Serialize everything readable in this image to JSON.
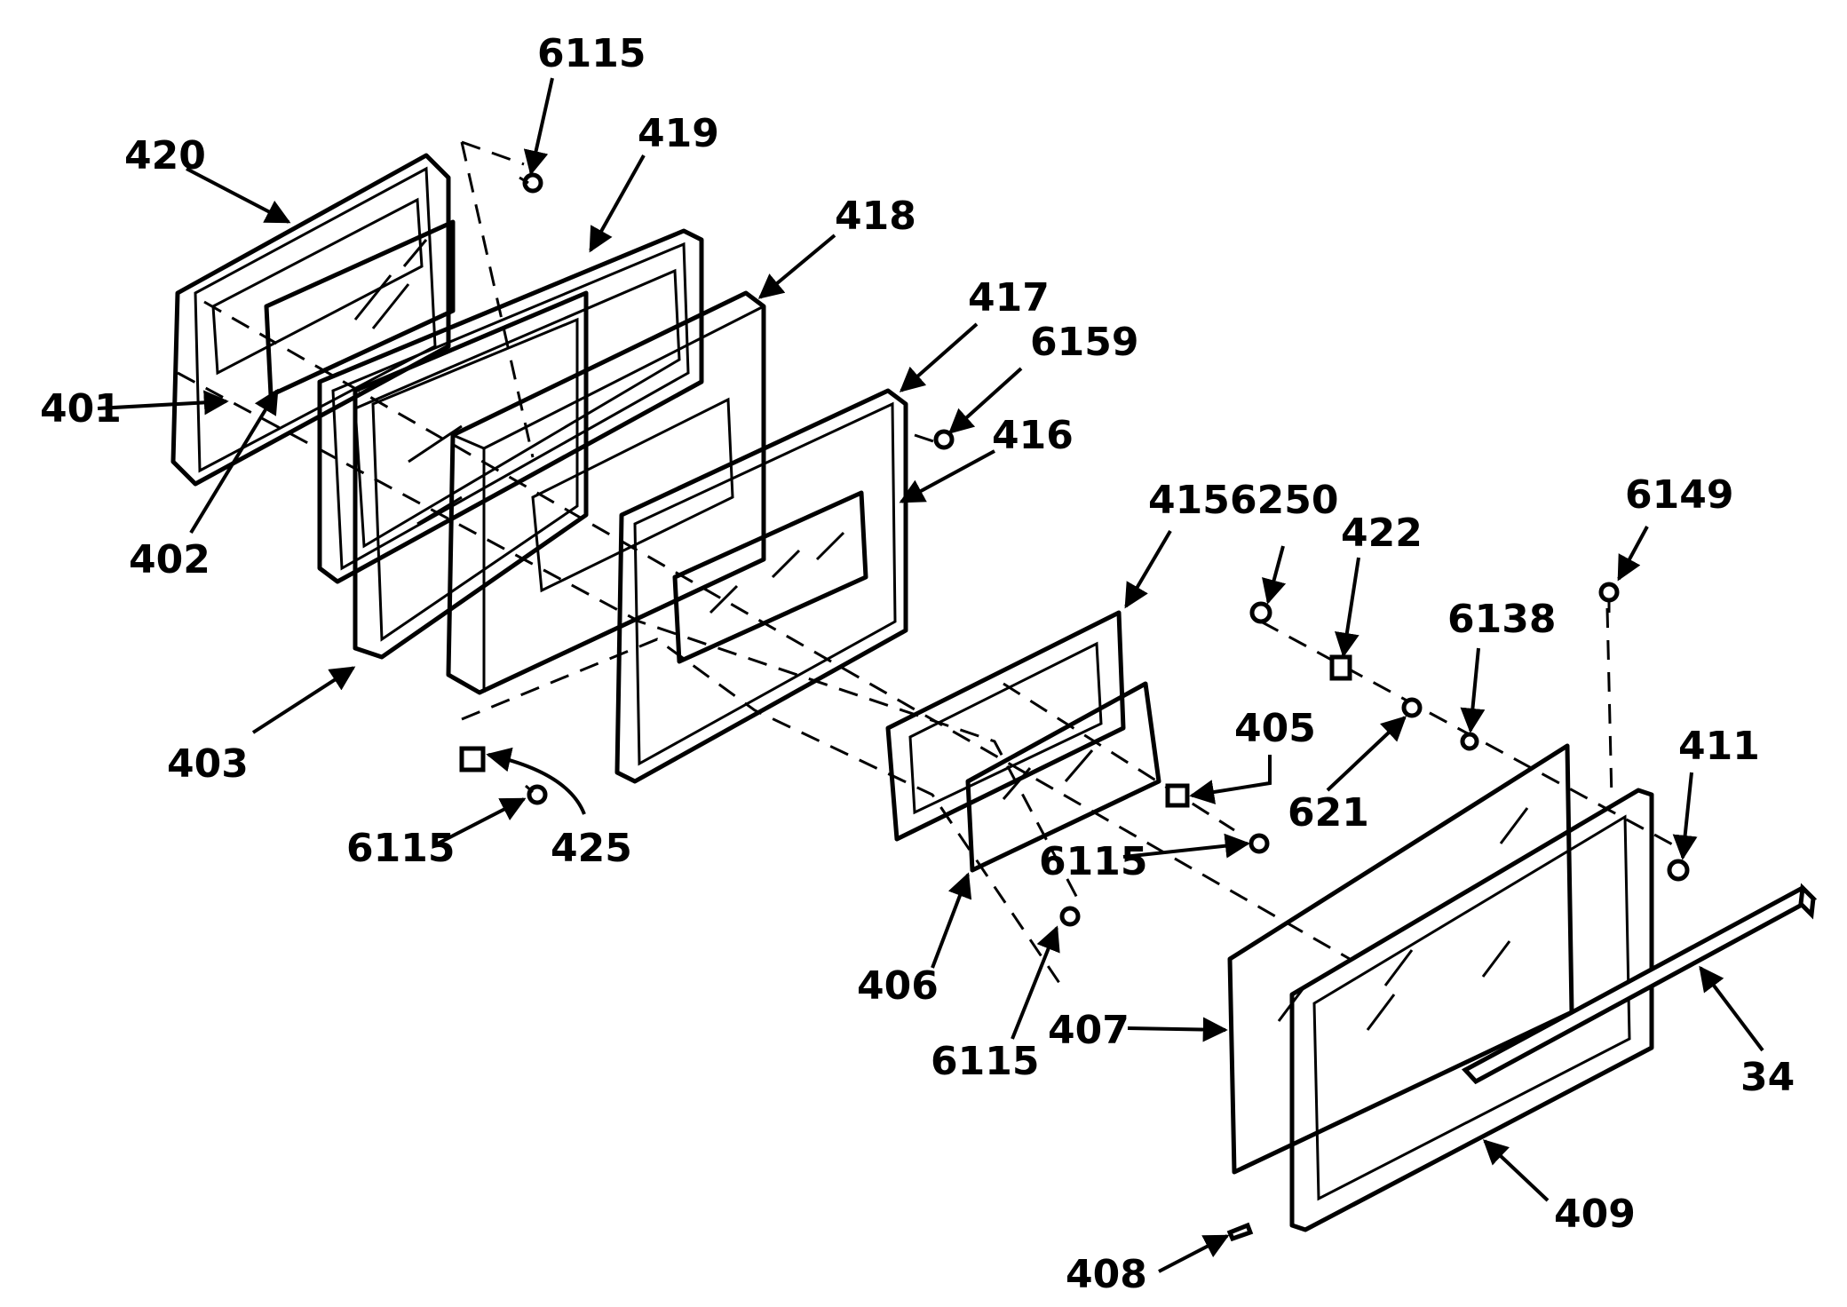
{
  "labels": {
    "l420": "420",
    "l401": "401",
    "l402": "402",
    "l6115_top": "6115",
    "l419": "419",
    "l418": "418",
    "l417": "417",
    "l6159": "6159",
    "l416": "416",
    "l403": "403",
    "l6115_left": "6115",
    "l425": "425",
    "l415": "415",
    "l405": "405",
    "l6115_mid": "6115",
    "l406": "406",
    "l6115_bottom": "6115",
    "l6250": "6250",
    "l422": "422",
    "l6138": "6138",
    "l6149": "6149",
    "l621": "621",
    "l411": "411",
    "l407": "407",
    "l34": "34",
    "l409": "409",
    "l408": "408"
  }
}
